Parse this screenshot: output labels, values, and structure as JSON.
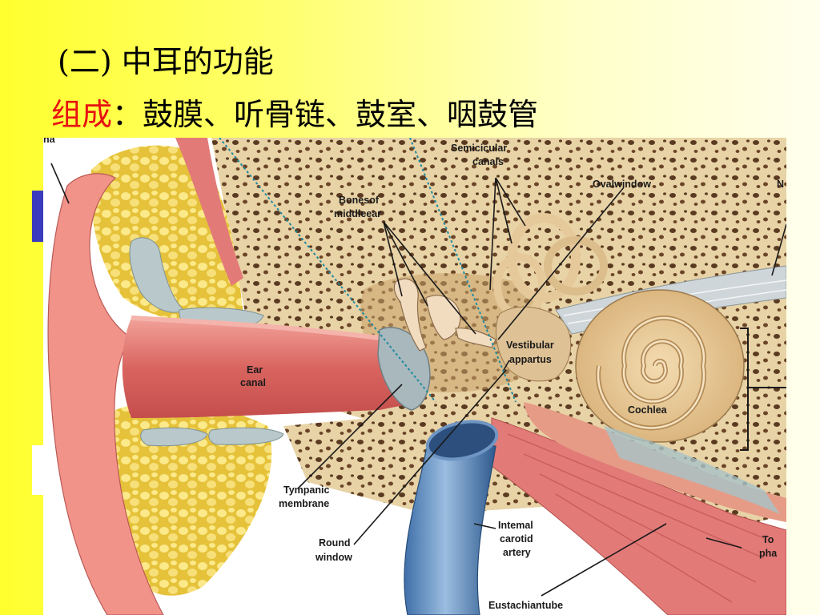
{
  "slide": {
    "title": "(二) 中耳的功能",
    "subtitle_label": "组成",
    "subtitle_separator": "：",
    "subtitle_items": "鼓膜、听骨链、鼓室、咽鼓管"
  },
  "diagram": {
    "labels": {
      "pinna_fragment": "na",
      "semicircular_1": "Semicicular",
      "semicircular_2": "canals",
      "bones_1": "Bonesof",
      "bones_2": "middleear",
      "oval_window": "Ovalwindow",
      "nerve_fragment": "N",
      "vestibular_1": "Vestibular",
      "vestibular_2": "appartus",
      "ear_canal_1": "Ear",
      "ear_canal_2": "canal",
      "cochlea": "Cochlea",
      "tympanic_1": "Tympanic",
      "tympanic_2": "membrane",
      "round_1": "Round",
      "round_2": "window",
      "carotid_1": "Intemal",
      "carotid_2": "carotid",
      "carotid_3": "artery",
      "pharynx_1": "To",
      "pharynx_2": "pha",
      "eustachian": "Eustachiantube"
    }
  }
}
